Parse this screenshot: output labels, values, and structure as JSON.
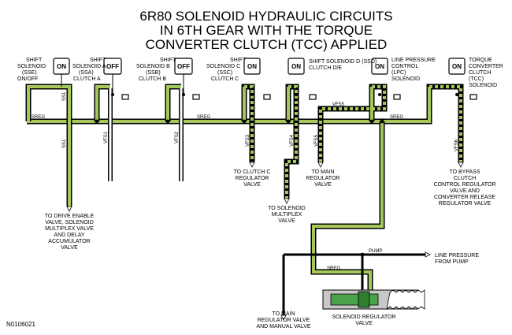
{
  "title_lines": [
    "6R80 SOLENOID HYDRAULIC CIRCUITS",
    "IN 6TH GEAR WITH THE TORQUE",
    "CONVERTER CLUTCH (TCC) APPLIED"
  ],
  "solenoids": [
    {
      "label": [
        "SHIFT",
        "SOLENOID",
        "(SSE)",
        "ON/OFF"
      ],
      "state": "ON"
    },
    {
      "label": [
        "SHIFT",
        "SOLENOID A",
        "(SSA)",
        "CLUTCH A"
      ],
      "state": "OFF"
    },
    {
      "label": [
        "SHIFT",
        "SOLENOID B",
        "(SSB)",
        "CLUTCH B"
      ],
      "state": "OFF"
    },
    {
      "label": [
        "SHIFT",
        "SOLENOID C",
        "(SSC)",
        "CLUTCH C"
      ],
      "state": "ON"
    },
    {
      "label": [
        "SHIFT SOLENOID D (SSD)",
        "CLUTCH D/E"
      ],
      "state": "ON"
    },
    {
      "label": [
        "LINE PRESSURE",
        "CONTROL",
        "(LPC)",
        "SOLENOID"
      ],
      "state": "ON"
    },
    {
      "label": [
        "TORQUE",
        "CONVERTER",
        "CLUTCH",
        "(TCC)",
        "SOLENOID"
      ],
      "state": "ON"
    }
  ],
  "circuit_labels": {
    "ss1_top": "SS1",
    "ss1_low": "SS1",
    "sreg_left": "SREG",
    "sreg_mid": "SREG",
    "sreg_right": "SREG",
    "sreg_bottom": "SREG",
    "vfs1": "VFS1",
    "vfs2": "VFS2",
    "vfs3": "VFS3",
    "vfs4": "VFS4",
    "vfs5_h": "VFS5",
    "vfs5_v": "VFS5",
    "vfs6": "VFS6",
    "pump": "PUMP"
  },
  "callouts": {
    "drive_enable": [
      "TO DRIVE ENABLE",
      "VALVE, SOLENOID",
      "MULTIPLEX VALVE",
      "AND DELAY",
      "ACCUMULATOR",
      "VALVE"
    ],
    "clutch_c": [
      "TO CLUTCH C",
      "REGULATOR",
      "VALVE"
    ],
    "solenoid_multiplex": [
      "TO SOLENOID",
      "MULTIPLEX",
      "VALVE"
    ],
    "main_regulator": [
      "TO MAIN",
      "REGULATOR",
      "VALVE"
    ],
    "bypass_clutch": [
      "TO BYPASS",
      "CLUTCH",
      "CONTROL REGULATOR",
      "VALVE AND",
      "CONVERTER RELEASE",
      "REGULATOR VALVE"
    ],
    "line_pressure": [
      "LINE PRESSURE",
      "FROM PUMP"
    ],
    "main_manual": [
      "TO MAIN",
      "REGULATOR VALVE",
      "AND MANUAL VALVE"
    ],
    "solenoid_regulator": [
      "SOLENOID REGULATOR",
      "VALVE"
    ]
  },
  "figure_code": "N0106021",
  "colors": {
    "pressurized_fluid": "#a6c85a",
    "circuit_outline": "#000000",
    "valve_green": "#4aa24a",
    "valve_gray": "#c8c8c8"
  }
}
